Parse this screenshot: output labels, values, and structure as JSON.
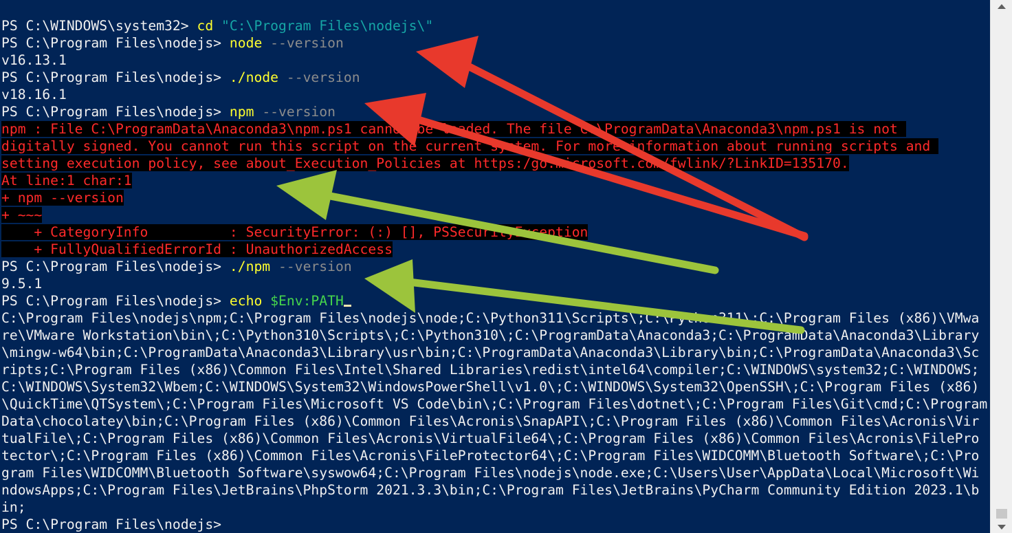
{
  "terminal": {
    "lines": [
      [
        {
          "t": "",
          "c": "prompt"
        }
      ],
      [
        {
          "t": "PS C:\\WINDOWS\\system32> ",
          "c": "prompt"
        },
        {
          "t": "cd ",
          "c": "cmd"
        },
        {
          "t": "\"C:\\Program Files\\nodejs\\\"",
          "c": "str"
        }
      ],
      [
        {
          "t": "PS C:\\Program Files\\nodejs> ",
          "c": "prompt"
        },
        {
          "t": "node ",
          "c": "cmd"
        },
        {
          "t": "--version",
          "c": "arg"
        }
      ],
      [
        {
          "t": "v16.13.1",
          "c": "prompt"
        }
      ],
      [
        {
          "t": "PS C:\\Program Files\\nodejs> ",
          "c": "prompt"
        },
        {
          "t": "./node ",
          "c": "cmd"
        },
        {
          "t": "--version",
          "c": "arg"
        }
      ],
      [
        {
          "t": "v18.16.1",
          "c": "prompt"
        }
      ],
      [
        {
          "t": "PS C:\\Program Files\\nodejs> ",
          "c": "prompt"
        },
        {
          "t": "npm ",
          "c": "cmd"
        },
        {
          "t": "--version",
          "c": "arg"
        }
      ],
      [
        {
          "t": "npm : File C:\\ProgramData\\Anaconda3\\npm.ps1 cannot be loaded. The file C:\\ProgramData\\Anaconda3\\npm.ps1 is not ",
          "c": "err"
        }
      ],
      [
        {
          "t": "digitally signed. You cannot run this script on the current system. For more information about running scripts and ",
          "c": "err"
        }
      ],
      [
        {
          "t": "setting execution policy, see about_Execution_Policies at https:/go.microsoft.com/fwlink/?LinkID=135170.",
          "c": "err"
        }
      ],
      [
        {
          "t": "At line:1 char:1",
          "c": "err"
        }
      ],
      [
        {
          "t": "+ npm --version",
          "c": "err"
        }
      ],
      [
        {
          "t": "+ ~~~",
          "c": "err"
        }
      ],
      [
        {
          "t": "    + CategoryInfo          : SecurityError: (:) [], PSSecurityException",
          "c": "err"
        }
      ],
      [
        {
          "t": "    + FullyQualifiedErrorId : UnauthorizedAccess",
          "c": "err"
        }
      ],
      [
        {
          "t": "PS C:\\Program Files\\nodejs> ",
          "c": "prompt"
        },
        {
          "t": "./npm ",
          "c": "cmd"
        },
        {
          "t": "--version",
          "c": "arg"
        }
      ],
      [
        {
          "t": "9.5.1",
          "c": "prompt"
        }
      ],
      [
        {
          "t": "PS C:\\Program Files\\nodejs> ",
          "c": "prompt"
        },
        {
          "t": "echo ",
          "c": "cmd"
        },
        {
          "t": "$Env:PATH",
          "c": "var"
        },
        {
          "t": "",
          "c": "cursor"
        }
      ],
      [
        {
          "t": "C:\\Program Files\\nodejs\\npm;C:\\Program Files\\nodejs\\node;C:\\Python311\\Scripts\\;C:\\Python311\\;C:\\Program Files (x86)\\VMwa",
          "c": "prompt"
        }
      ],
      [
        {
          "t": "re\\VMware Workstation\\bin\\;C:\\Python310\\Scripts\\;C:\\Python310\\;C:\\ProgramData\\Anaconda3;C:\\ProgramData\\Anaconda3\\Library",
          "c": "prompt"
        }
      ],
      [
        {
          "t": "\\mingw-w64\\bin;C:\\ProgramData\\Anaconda3\\Library\\usr\\bin;C:\\ProgramData\\Anaconda3\\Library\\bin;C:\\ProgramData\\Anaconda3\\Sc",
          "c": "prompt"
        }
      ],
      [
        {
          "t": "ripts;C:\\Program Files (x86)\\Common Files\\Intel\\Shared Libraries\\redist\\intel64\\compiler;C:\\WINDOWS\\system32;C:\\WINDOWS;",
          "c": "prompt"
        }
      ],
      [
        {
          "t": "C:\\WINDOWS\\System32\\Wbem;C:\\WINDOWS\\System32\\WindowsPowerShell\\v1.0\\;C:\\WINDOWS\\System32\\OpenSSH\\;C:\\Program Files (x86)",
          "c": "prompt"
        }
      ],
      [
        {
          "t": "\\QuickTime\\QTSystem\\;C:\\Program Files\\Microsoft VS Code\\bin\\;C:\\Program Files\\dotnet\\;C:\\Program Files\\Git\\cmd;C:\\Program",
          "c": "prompt"
        }
      ],
      [
        {
          "t": "Data\\chocolatey\\bin;C:\\Program Files (x86)\\Common Files\\Acronis\\SnapAPI\\;C:\\Program Files (x86)\\Common Files\\Acronis\\Vir",
          "c": "prompt"
        }
      ],
      [
        {
          "t": "tualFile\\;C:\\Program Files (x86)\\Common Files\\Acronis\\VirtualFile64\\;C:\\Program Files (x86)\\Common Files\\Acronis\\FilePro",
          "c": "prompt"
        }
      ],
      [
        {
          "t": "tector\\;C:\\Program Files (x86)\\Common Files\\Acronis\\FileProtector64\\;C:\\Program Files\\WIDCOMM\\Bluetooth Software\\;C:\\Pro",
          "c": "prompt"
        }
      ],
      [
        {
          "t": "gram Files\\WIDCOMM\\Bluetooth Software\\syswow64;C:\\Program Files\\nodejs\\node.exe;C:\\Users\\User\\AppData\\Local\\Microsoft\\Wi",
          "c": "prompt"
        }
      ],
      [
        {
          "t": "ndowsApps;C:\\Program Files\\JetBrains\\PhpStorm 2021.3.3\\bin;C:\\Program Files\\JetBrains\\PyCharm Community Edition 2023.1\\b",
          "c": "prompt"
        }
      ],
      [
        {
          "t": "in;",
          "c": "prompt"
        }
      ],
      [
        {
          "t": "PS C:\\Program Files\\nodejs>",
          "c": "prompt"
        }
      ]
    ]
  },
  "colors": {
    "background": "#012456",
    "arrow_red": "#e8392c",
    "arrow_green": "#9cc43c",
    "error_text": "#ff2a2a"
  },
  "icons": {
    "scroll_up": "triangle-up-icon",
    "scroll_down": "triangle-down-icon"
  }
}
